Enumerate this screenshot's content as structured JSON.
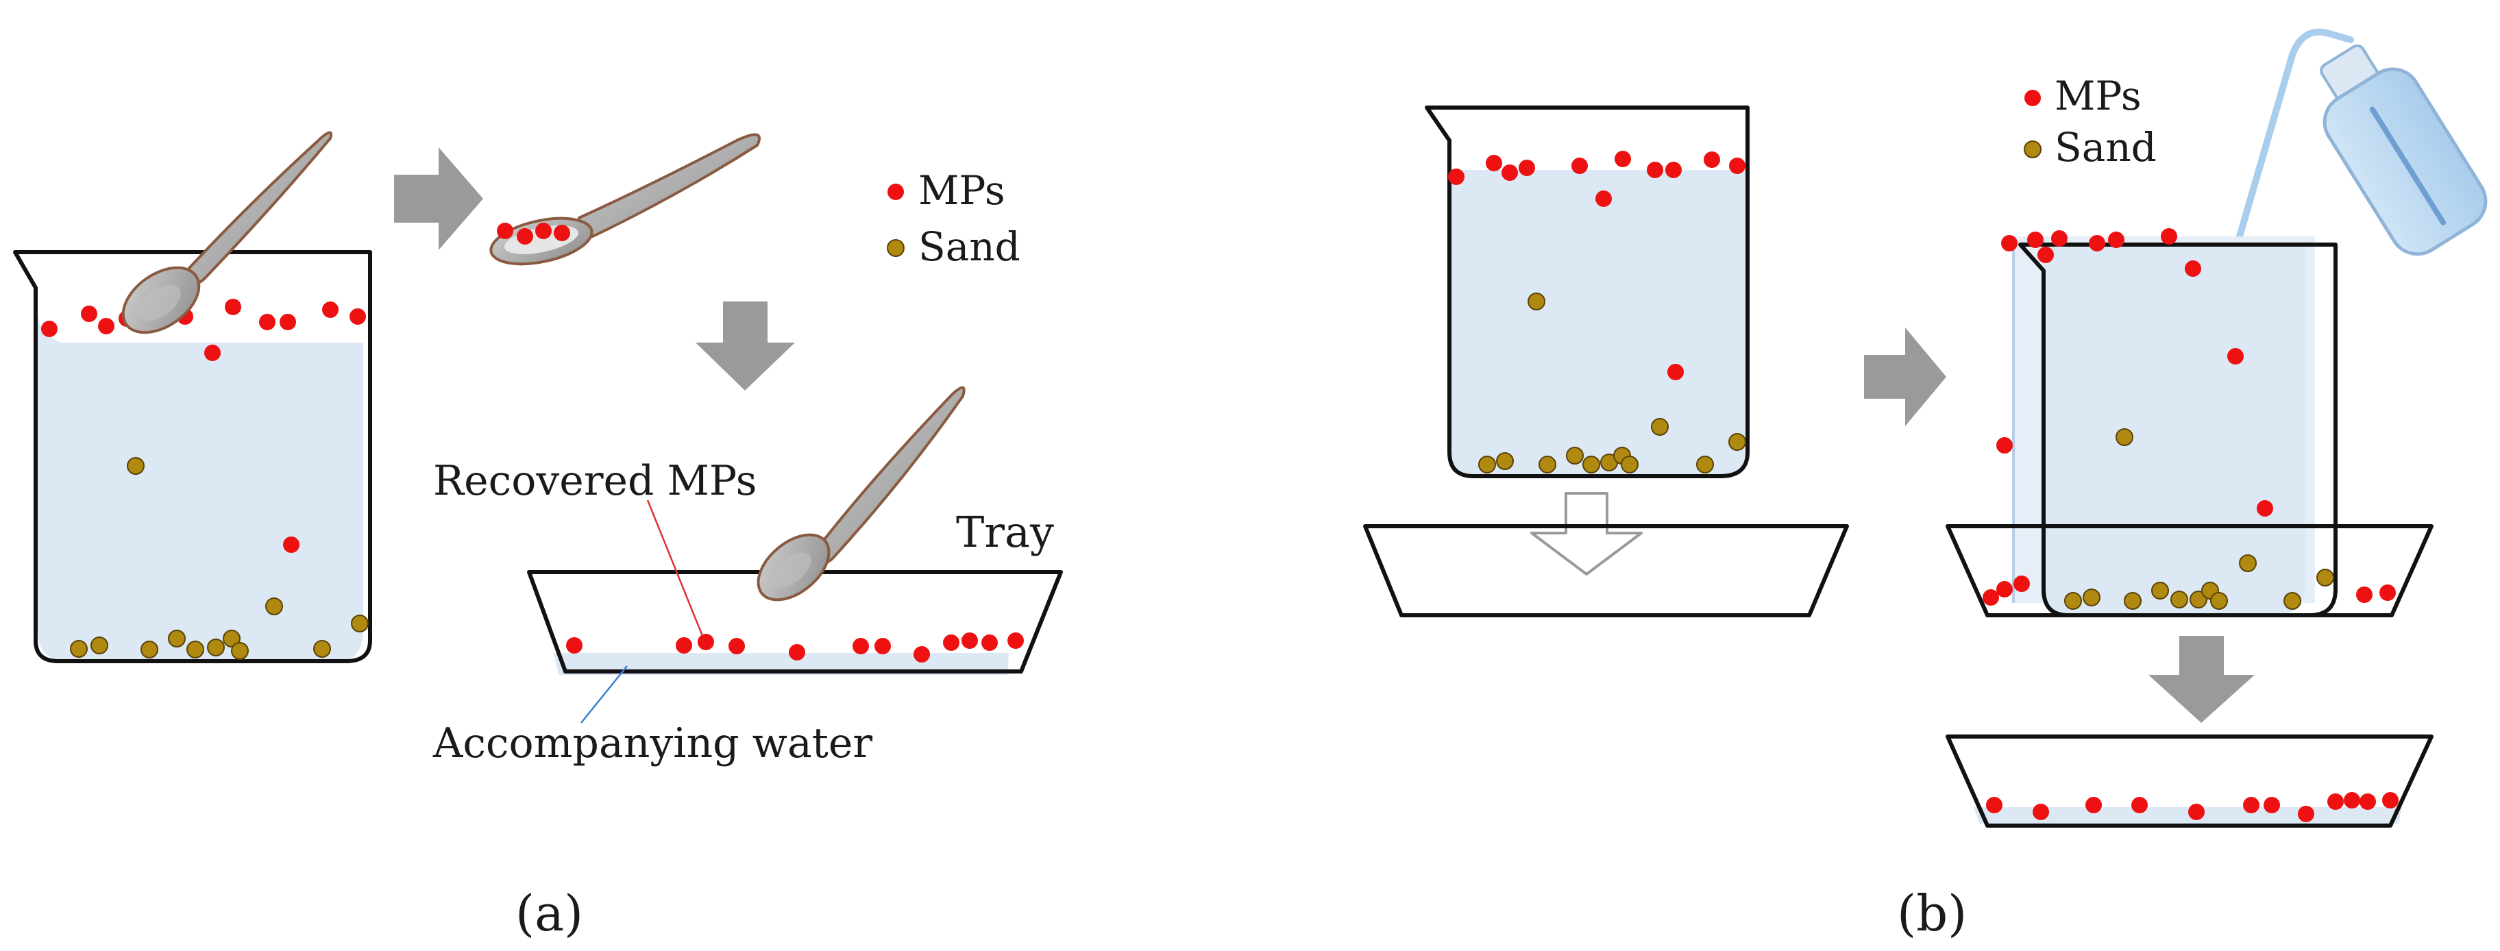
{
  "panel_a": {
    "legend": {
      "mps_label": "MPs",
      "sand_label": "Sand"
    },
    "labels": {
      "recovered": "Recovered MPs",
      "tray": "Tray",
      "water": "Accompanying water"
    },
    "caption": "(a)"
  },
  "panel_b": {
    "legend": {
      "mps_label": "MPs",
      "sand_label": "Sand"
    },
    "caption": "(b)"
  },
  "colors": {
    "mp": "#ee1111",
    "sand": "#b08a10",
    "water": "#dde8f5",
    "arrow": "#9a9a9a",
    "spoon": "#a8a8a8",
    "spoon_outline": "#8a5a40",
    "outline": "#111111"
  }
}
